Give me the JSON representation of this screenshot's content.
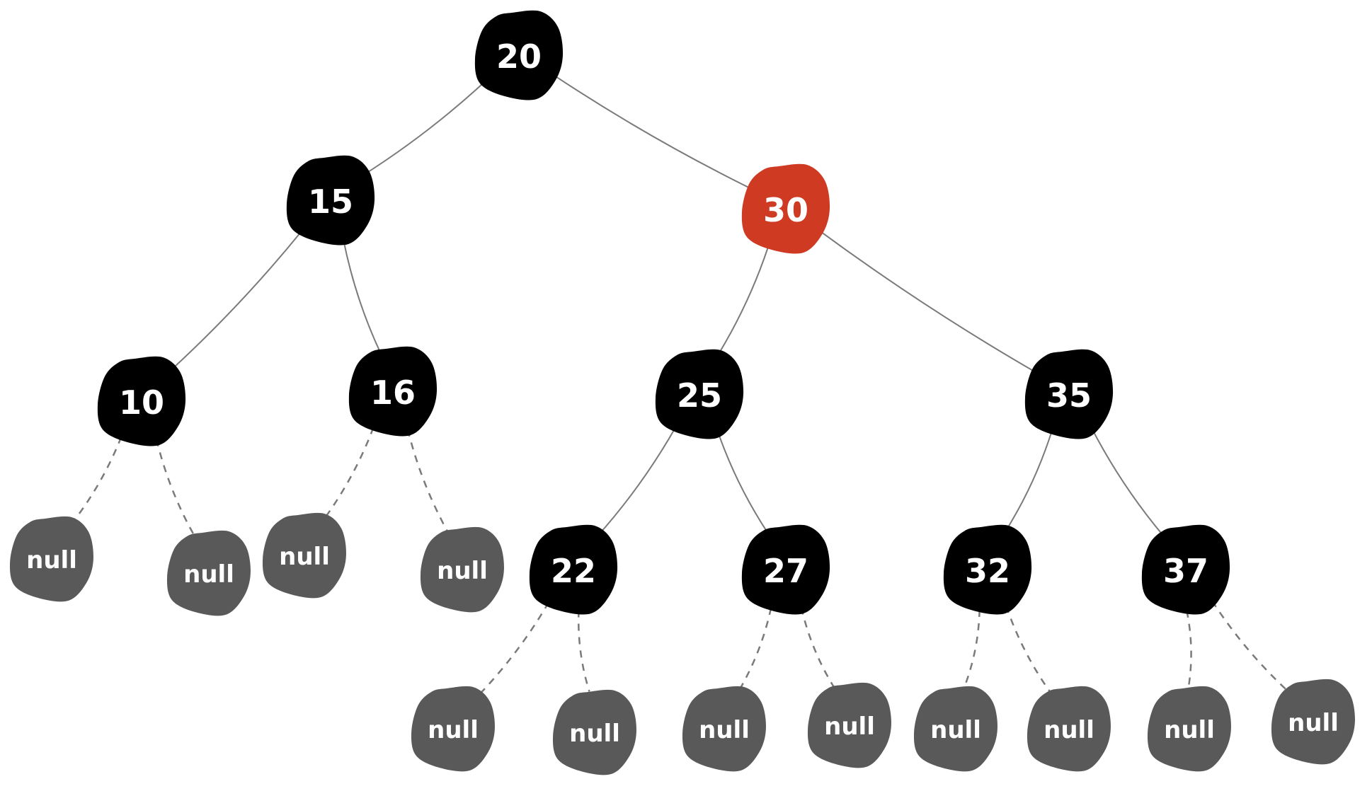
{
  "tree": {
    "colors": {
      "black_node": "#000000",
      "red_node": "#cf3a23",
      "null_node": "#595959",
      "label_text": "#ffffff",
      "edge": "#7a7a7a"
    },
    "nodes": [
      {
        "id": "n20",
        "label": "20",
        "color": "black"
      },
      {
        "id": "n15",
        "label": "15",
        "color": "black"
      },
      {
        "id": "n30",
        "label": "30",
        "color": "red"
      },
      {
        "id": "n10",
        "label": "10",
        "color": "black"
      },
      {
        "id": "n16",
        "label": "16",
        "color": "black"
      },
      {
        "id": "n25",
        "label": "25",
        "color": "black"
      },
      {
        "id": "n35",
        "label": "35",
        "color": "black"
      },
      {
        "id": "n22",
        "label": "22",
        "color": "black"
      },
      {
        "id": "n27",
        "label": "27",
        "color": "black"
      },
      {
        "id": "n32",
        "label": "32",
        "color": "black"
      },
      {
        "id": "n37",
        "label": "37",
        "color": "black"
      },
      {
        "id": "null1",
        "label": "null",
        "color": "null"
      },
      {
        "id": "null2",
        "label": "null",
        "color": "null"
      },
      {
        "id": "null3",
        "label": "null",
        "color": "null"
      },
      {
        "id": "null4",
        "label": "null",
        "color": "null"
      },
      {
        "id": "null5",
        "label": "null",
        "color": "null"
      },
      {
        "id": "null6",
        "label": "null",
        "color": "null"
      },
      {
        "id": "null7",
        "label": "null",
        "color": "null"
      },
      {
        "id": "null8",
        "label": "null",
        "color": "null"
      },
      {
        "id": "null9",
        "label": "null",
        "color": "null"
      },
      {
        "id": "null10",
        "label": "null",
        "color": "null"
      },
      {
        "id": "null11",
        "label": "null",
        "color": "null"
      },
      {
        "id": "null12",
        "label": "null",
        "color": "null"
      }
    ],
    "edges": [
      {
        "from": "n20",
        "to": "n15",
        "style": "solid"
      },
      {
        "from": "n20",
        "to": "n30",
        "style": "solid"
      },
      {
        "from": "n15",
        "to": "n10",
        "style": "solid"
      },
      {
        "from": "n15",
        "to": "n16",
        "style": "solid"
      },
      {
        "from": "n30",
        "to": "n25",
        "style": "solid"
      },
      {
        "from": "n30",
        "to": "n35",
        "style": "solid"
      },
      {
        "from": "n25",
        "to": "n22",
        "style": "solid"
      },
      {
        "from": "n25",
        "to": "n27",
        "style": "solid"
      },
      {
        "from": "n35",
        "to": "n32",
        "style": "solid"
      },
      {
        "from": "n35",
        "to": "n37",
        "style": "solid"
      },
      {
        "from": "n10",
        "to": "null1",
        "style": "dashed"
      },
      {
        "from": "n10",
        "to": "null2",
        "style": "dashed"
      },
      {
        "from": "n16",
        "to": "null3",
        "style": "dashed"
      },
      {
        "from": "n16",
        "to": "null4",
        "style": "dashed"
      },
      {
        "from": "n22",
        "to": "null5",
        "style": "dashed"
      },
      {
        "from": "n22",
        "to": "null6",
        "style": "dashed"
      },
      {
        "from": "n27",
        "to": "null7",
        "style": "dashed"
      },
      {
        "from": "n27",
        "to": "null8",
        "style": "dashed"
      },
      {
        "from": "n32",
        "to": "null9",
        "style": "dashed"
      },
      {
        "from": "n32",
        "to": "null10",
        "style": "dashed"
      },
      {
        "from": "n37",
        "to": "null11",
        "style": "dashed"
      },
      {
        "from": "n37",
        "to": "null12",
        "style": "dashed"
      }
    ]
  }
}
